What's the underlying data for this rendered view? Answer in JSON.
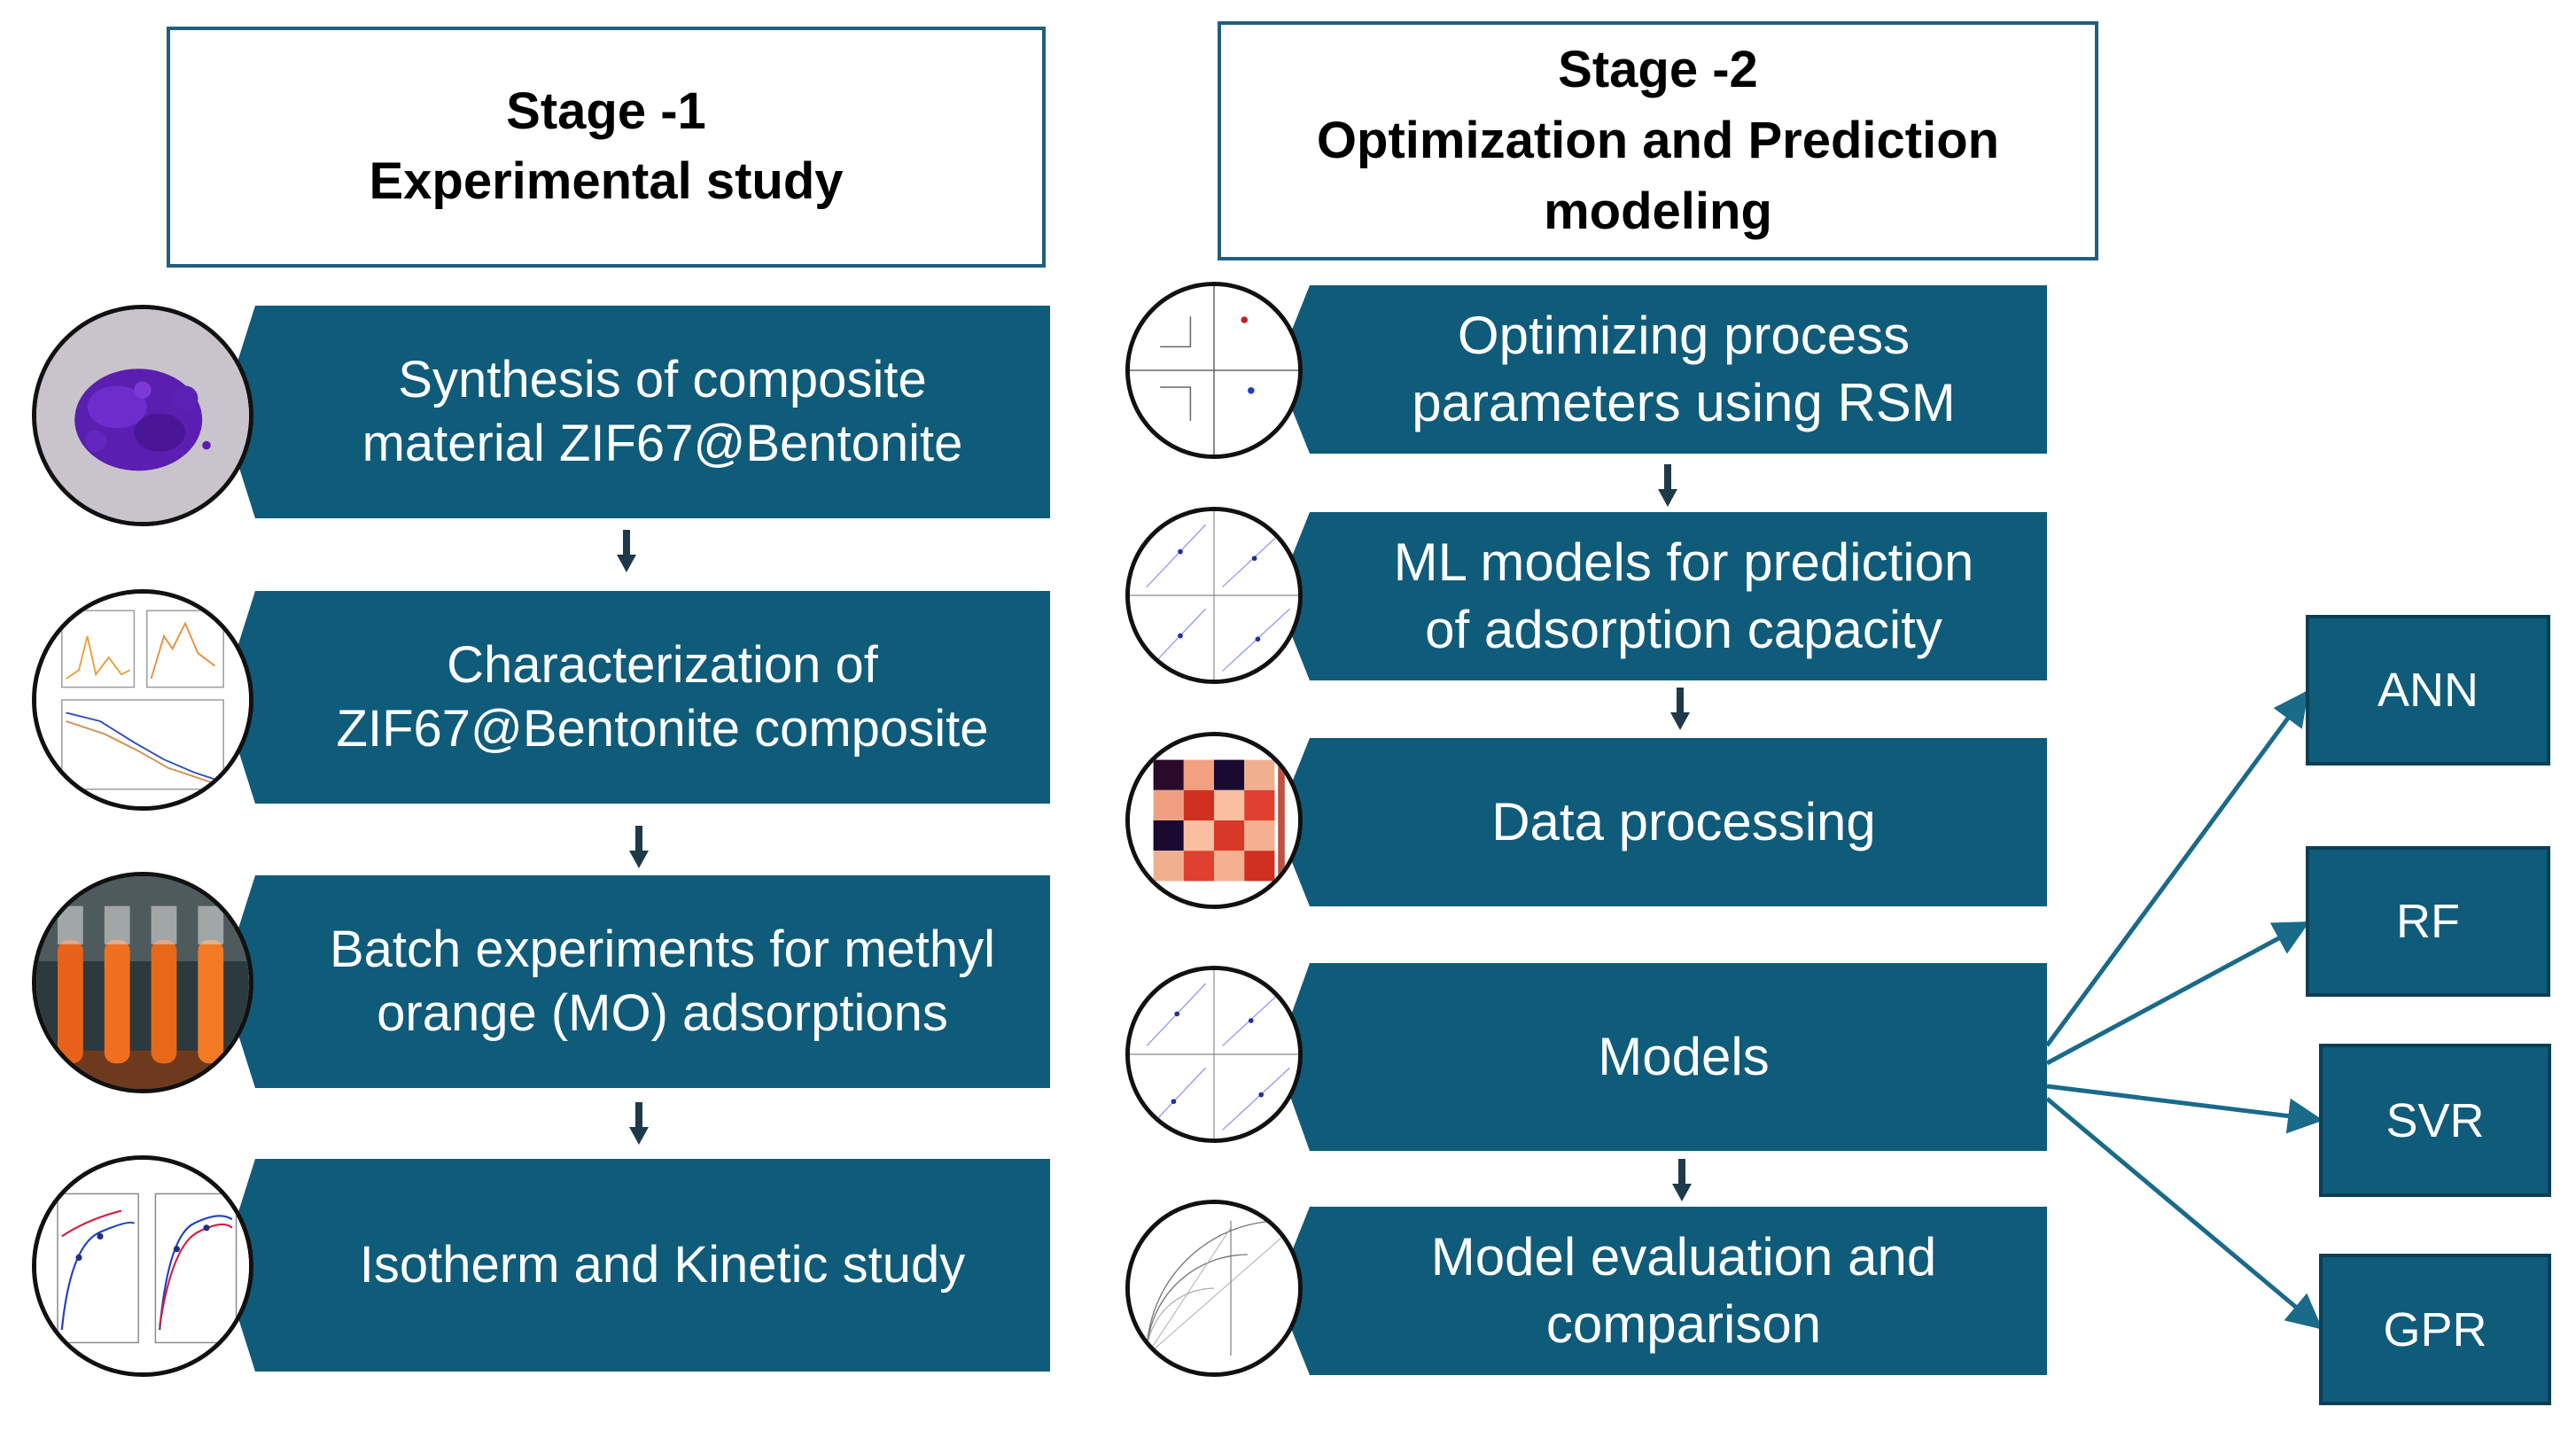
{
  "stage1": {
    "title": "Stage -1",
    "subtitle": "Experimental study",
    "steps": [
      {
        "line1": "Synthesis of composite",
        "line2": "material ZIF67@Bentonite"
      },
      {
        "line1": "Characterization of",
        "line2": "ZIF67@Bentonite composite"
      },
      {
        "line1": "Batch experiments for methyl",
        "line2": "orange (MO) adsorptions"
      },
      {
        "line1": "Isotherm and Kinetic study",
        "line2": ""
      }
    ]
  },
  "stage2": {
    "title": "Stage -2",
    "subtitle_line1": "Optimization and Prediction",
    "subtitle_line2": "modeling",
    "steps": [
      {
        "line1": "Optimizing process",
        "line2": "parameters using RSM"
      },
      {
        "line1": "ML models for prediction",
        "line2": "of adsorption capacity"
      },
      {
        "line1": "Data processing",
        "line2": ""
      },
      {
        "line1": "Models",
        "line2": ""
      },
      {
        "line1": "Model evaluation and",
        "line2": "comparison"
      }
    ]
  },
  "models": [
    "ANN",
    "RF",
    "SVR",
    "GPR"
  ],
  "colors": {
    "box_fill": "#0f5b7a",
    "box_border": "#1f5f7f",
    "arrow": "#1e3a4a",
    "connector": "#1a6a8a"
  }
}
